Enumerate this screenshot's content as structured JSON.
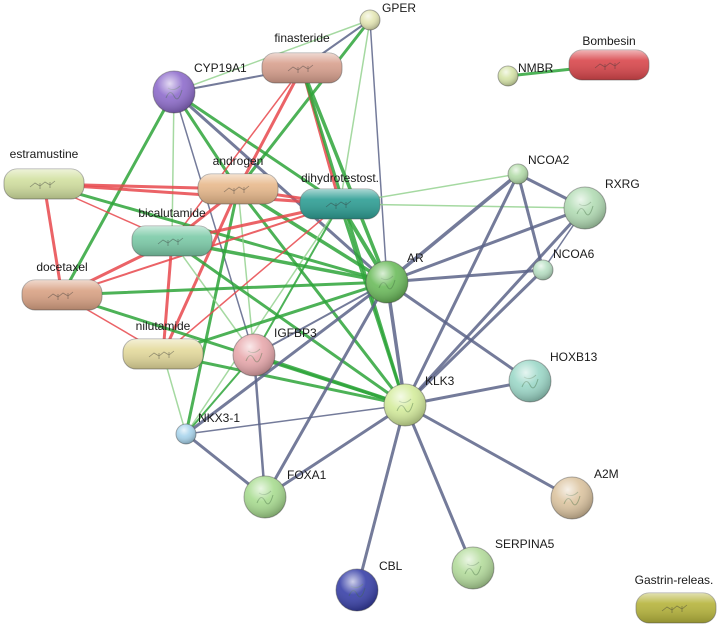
{
  "title": "STRING protein-chemical interaction network",
  "colors": {
    "protein_edge": "#5c6488",
    "chem_chem_edge": "#e8484c",
    "chem_protein_edge": "#2ea43a",
    "light_green_edge": "#8fd08a"
  },
  "nodes": [
    {
      "id": "GPER",
      "label": "GPER",
      "type": "protein",
      "color": "#e4e6b4",
      "small": true
    },
    {
      "id": "finasteride",
      "label": "finasteride",
      "type": "chemical",
      "color": "#d8a08e"
    },
    {
      "id": "CYP19A1",
      "label": "CYP19A1",
      "type": "protein",
      "color": "#8e6ccc"
    },
    {
      "id": "NMBR",
      "label": "NMBR",
      "type": "protein",
      "color": "#d6e4a8",
      "small": true
    },
    {
      "id": "Bombesin",
      "label": "Bombesin",
      "type": "chemical",
      "color": "#d9474c"
    },
    {
      "id": "estramustine",
      "label": "estramustine",
      "type": "chemical",
      "color": "#d2e0a0"
    },
    {
      "id": "androgen",
      "label": "androgen",
      "type": "chemical",
      "color": "#e8b98c"
    },
    {
      "id": "dihydrotestost",
      "label": "dihydrotestost.",
      "type": "chemical",
      "color": "#2e9e94"
    },
    {
      "id": "NCOA2",
      "label": "NCOA2",
      "type": "protein",
      "color": "#b4dcaa",
      "small": true
    },
    {
      "id": "RXRG",
      "label": "RXRG",
      "type": "protein",
      "color": "#b2dcb4"
    },
    {
      "id": "bicalutamide",
      "label": "bicalutamide",
      "type": "chemical",
      "color": "#7ccba8"
    },
    {
      "id": "AR",
      "label": "AR",
      "type": "protein",
      "color": "#6cbc5c"
    },
    {
      "id": "NCOA6",
      "label": "NCOA6",
      "type": "protein",
      "color": "#b8e0c4",
      "small": true
    },
    {
      "id": "docetaxel",
      "label": "docetaxel",
      "type": "chemical",
      "color": "#d9a284"
    },
    {
      "id": "nilutamide",
      "label": "nilutamide",
      "type": "chemical",
      "color": "#e4da9c"
    },
    {
      "id": "IGFBP3",
      "label": "IGFBP3",
      "type": "protein",
      "color": "#e8a8ac"
    },
    {
      "id": "HOXB13",
      "label": "HOXB13",
      "type": "protein",
      "color": "#9cd8c8"
    },
    {
      "id": "NKX3-1",
      "label": "NKX3-1",
      "type": "protein",
      "color": "#a8d4ec",
      "small": true
    },
    {
      "id": "KLK3",
      "label": "KLK3",
      "type": "protein",
      "color": "#d4ec9c"
    },
    {
      "id": "FOXA1",
      "label": "FOXA1",
      "type": "protein",
      "color": "#a8dc90"
    },
    {
      "id": "A2M",
      "label": "A2M",
      "type": "protein",
      "color": "#dcc4a0"
    },
    {
      "id": "SERPINA5",
      "label": "SERPINA5",
      "type": "protein",
      "color": "#b4dc9c"
    },
    {
      "id": "CBL",
      "label": "CBL",
      "type": "protein",
      "color": "#3840a8"
    },
    {
      "id": "Gastrin-releas",
      "label": "Gastrin-releas.",
      "type": "chemical",
      "color": "#b6b43c"
    }
  ],
  "edges": [
    {
      "a": "NMBR",
      "b": "Bombesin",
      "kind": "chem_protein",
      "w": 3
    },
    {
      "a": "GPER",
      "b": "finasteride",
      "kind": "protein",
      "w": 2
    },
    {
      "a": "GPER",
      "b": "androgen",
      "kind": "chem_protein",
      "w": 3
    },
    {
      "a": "GPER",
      "b": "dihydrotestost",
      "kind": "light_green",
      "w": 1.5
    },
    {
      "a": "GPER",
      "b": "AR",
      "kind": "protein",
      "w": 1.5
    },
    {
      "a": "GPER",
      "b": "CYP19A1",
      "kind": "light_green",
      "w": 1.5
    },
    {
      "a": "CYP19A1",
      "b": "finasteride",
      "kind": "protein",
      "w": 2
    },
    {
      "a": "CYP19A1",
      "b": "androgen",
      "kind": "chem_protein",
      "w": 3
    },
    {
      "a": "CYP19A1",
      "b": "dihydrotestost",
      "kind": "chem_protein",
      "w": 3
    },
    {
      "a": "CYP19A1",
      "b": "AR",
      "kind": "protein",
      "w": 3
    },
    {
      "a": "CYP19A1",
      "b": "docetaxel",
      "kind": "chem_protein",
      "w": 3
    },
    {
      "a": "CYP19A1",
      "b": "bicalutamide",
      "kind": "light_green",
      "w": 1.5
    },
    {
      "a": "CYP19A1",
      "b": "IGFBP3",
      "kind": "protein",
      "w": 1.5
    },
    {
      "a": "finasteride",
      "b": "androgen",
      "kind": "chem_chem",
      "w": 3
    },
    {
      "a": "finasteride",
      "b": "dihydrotestost",
      "kind": "chem_chem",
      "w": 3
    },
    {
      "a": "finasteride",
      "b": "AR",
      "kind": "chem_protein",
      "w": 3.5
    },
    {
      "a": "finasteride",
      "b": "bicalutamide",
      "kind": "chem_chem",
      "w": 1.5
    },
    {
      "a": "finasteride",
      "b": "KLK3",
      "kind": "chem_protein",
      "w": 3
    },
    {
      "a": "estramustine",
      "b": "androgen",
      "kind": "chem_chem",
      "w": 3
    },
    {
      "a": "estramustine",
      "b": "docetaxel",
      "kind": "chem_chem",
      "w": 3
    },
    {
      "a": "estramustine",
      "b": "bicalutamide",
      "kind": "chem_chem",
      "w": 1.5
    },
    {
      "a": "estramustine",
      "b": "AR",
      "kind": "chem_protein",
      "w": 3
    },
    {
      "a": "estramustine",
      "b": "dihydrotestost",
      "kind": "chem_chem",
      "w": 3
    },
    {
      "a": "androgen",
      "b": "dihydrotestost",
      "kind": "chem_chem",
      "w": 3
    },
    {
      "a": "androgen",
      "b": "AR",
      "kind": "chem_protein",
      "w": 3.5
    },
    {
      "a": "androgen",
      "b": "KLK3",
      "kind": "chem_protein",
      "w": 3
    },
    {
      "a": "androgen",
      "b": "bicalutamide",
      "kind": "chem_chem",
      "w": 3
    },
    {
      "a": "androgen",
      "b": "nilutamide",
      "kind": "chem_chem",
      "w": 3
    },
    {
      "a": "androgen",
      "b": "NKX3-1",
      "kind": "chem_protein",
      "w": 3
    },
    {
      "a": "androgen",
      "b": "IGFBP3",
      "kind": "light_green",
      "w": 1.5
    },
    {
      "a": "dihydrotestost",
      "b": "AR",
      "kind": "chem_protein",
      "w": 4
    },
    {
      "a": "dihydrotestost",
      "b": "KLK3",
      "kind": "chem_protein",
      "w": 3
    },
    {
      "a": "dihydrotestost",
      "b": "NCOA2",
      "kind": "light_green",
      "w": 1.5
    },
    {
      "a": "dihydrotestost",
      "b": "RXRG",
      "kind": "light_green",
      "w": 1.5
    },
    {
      "a": "dihydrotestost",
      "b": "bicalutamide",
      "kind": "chem_chem",
      "w": 3
    },
    {
      "a": "dihydrotestost",
      "b": "docetaxel",
      "kind": "chem_chem",
      "w": 2
    },
    {
      "a": "dihydrotestost",
      "b": "nilutamide",
      "kind": "chem_chem",
      "w": 1.5
    },
    {
      "a": "dihydrotestost",
      "b": "IGFBP3",
      "kind": "chem_protein",
      "w": 2
    },
    {
      "a": "dihydrotestost",
      "b": "NKX3-1",
      "kind": "light_green",
      "w": 1.5
    },
    {
      "a": "bicalutamide",
      "b": "docetaxel",
      "kind": "chem_chem",
      "w": 3
    },
    {
      "a": "bicalutamide",
      "b": "nilutamide",
      "kind": "chem_chem",
      "w": 3
    },
    {
      "a": "bicalutamide",
      "b": "AR",
      "kind": "chem_protein",
      "w": 3.5
    },
    {
      "a": "bicalutamide",
      "b": "KLK3",
      "kind": "chem_protein",
      "w": 3
    },
    {
      "a": "bicalutamide",
      "b": "IGFBP3",
      "kind": "light_green",
      "w": 1.5
    },
    {
      "a": "docetaxel",
      "b": "AR",
      "kind": "chem_protein",
      "w": 3
    },
    {
      "a": "docetaxel",
      "b": "KLK3",
      "kind": "chem_protein",
      "w": 3
    },
    {
      "a": "docetaxel",
      "b": "nilutamide",
      "kind": "chem_chem",
      "w": 1.5
    },
    {
      "a": "nilutamide",
      "b": "AR",
      "kind": "chem_protein",
      "w": 3
    },
    {
      "a": "nilutamide",
      "b": "KLK3",
      "kind": "chem_protein",
      "w": 3
    },
    {
      "a": "nilutamide",
      "b": "NKX3-1",
      "kind": "light_green",
      "w": 1.5
    },
    {
      "a": "IGFBP3",
      "b": "AR",
      "kind": "protein",
      "w": 2
    },
    {
      "a": "IGFBP3",
      "b": "KLK3",
      "kind": "chem_protein",
      "w": 3.5
    },
    {
      "a": "IGFBP3",
      "b": "FOXA1",
      "kind": "protein",
      "w": 2.5
    },
    {
      "a": "IGFBP3",
      "b": "NKX3-1",
      "kind": "chem_protein",
      "w": 2
    },
    {
      "a": "AR",
      "b": "KLK3",
      "kind": "protein",
      "w": 3.5
    },
    {
      "a": "AR",
      "b": "NCOA2",
      "kind": "protein",
      "w": 3.5
    },
    {
      "a": "AR",
      "b": "RXRG",
      "kind": "protein",
      "w": 3
    },
    {
      "a": "AR",
      "b": "NCOA6",
      "kind": "protein",
      "w": 3
    },
    {
      "a": "AR",
      "b": "HOXB13",
      "kind": "protein",
      "w": 3
    },
    {
      "a": "AR",
      "b": "FOXA1",
      "kind": "protein",
      "w": 3
    },
    {
      "a": "AR",
      "b": "NKX3-1",
      "kind": "protein",
      "w": 3
    },
    {
      "a": "KLK3",
      "b": "NCOA2",
      "kind": "protein",
      "w": 3
    },
    {
      "a": "KLK3",
      "b": "RXRG",
      "kind": "protein",
      "w": 3
    },
    {
      "a": "KLK3",
      "b": "NCOA6",
      "kind": "protein",
      "w": 3
    },
    {
      "a": "KLK3",
      "b": "HOXB13",
      "kind": "protein",
      "w": 3
    },
    {
      "a": "KLK3",
      "b": "FOXA1",
      "kind": "protein",
      "w": 3
    },
    {
      "a": "KLK3",
      "b": "NKX3-1",
      "kind": "protein",
      "w": 1.5
    },
    {
      "a": "KLK3",
      "b": "A2M",
      "kind": "protein",
      "w": 3
    },
    {
      "a": "KLK3",
      "b": "SERPINA5",
      "kind": "protein",
      "w": 3
    },
    {
      "a": "KLK3",
      "b": "CBL",
      "kind": "protein",
      "w": 3
    },
    {
      "a": "NCOA2",
      "b": "RXRG",
      "kind": "protein",
      "w": 3
    },
    {
      "a": "NCOA2",
      "b": "NCOA6",
      "kind": "protein",
      "w": 3
    },
    {
      "a": "RXRG",
      "b": "NCOA6",
      "kind": "protein",
      "w": 1.5
    },
    {
      "a": "NKX3-1",
      "b": "FOXA1",
      "kind": "protein",
      "w": 3
    }
  ]
}
